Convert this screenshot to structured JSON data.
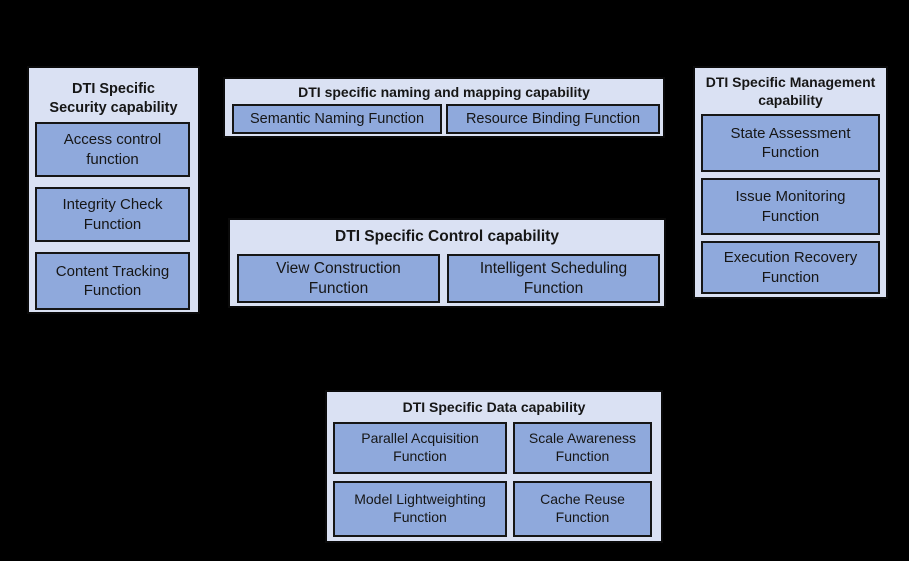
{
  "canvas": {
    "background_color": "#000000"
  },
  "colors": {
    "group_fill": "#dae1f3",
    "group_border": "#0a0a0a",
    "function_fill": "#8fa9dc",
    "function_border": "#161616",
    "text": "#161616"
  },
  "groups": [
    {
      "id": "security",
      "title": "DTI Specific\nSecurity capability",
      "functions": [
        "Access control\nfunction",
        "Integrity Check\nFunction",
        "Content Tracking\nFunction"
      ]
    },
    {
      "id": "naming-and-mapping",
      "title": "DTI specific naming and mapping capability",
      "functions": [
        "Semantic Naming Function",
        "Resource Binding Function"
      ]
    },
    {
      "id": "control",
      "title": "DTI Specific Control capability",
      "functions": [
        "View Construction\nFunction",
        "Intelligent Scheduling\nFunction"
      ]
    },
    {
      "id": "management",
      "title": "DTI Specific Management\ncapability",
      "functions": [
        "State Assessment\nFunction",
        "Issue Monitoring\nFunction",
        "Execution Recovery\nFunction"
      ]
    },
    {
      "id": "data",
      "title": "DTI Specific Data capability",
      "functions": [
        "Parallel Acquisition\nFunction",
        "Scale Awareness\nFunction",
        "Model Lightweighting\nFunction",
        "Cache Reuse\nFunction"
      ]
    }
  ]
}
